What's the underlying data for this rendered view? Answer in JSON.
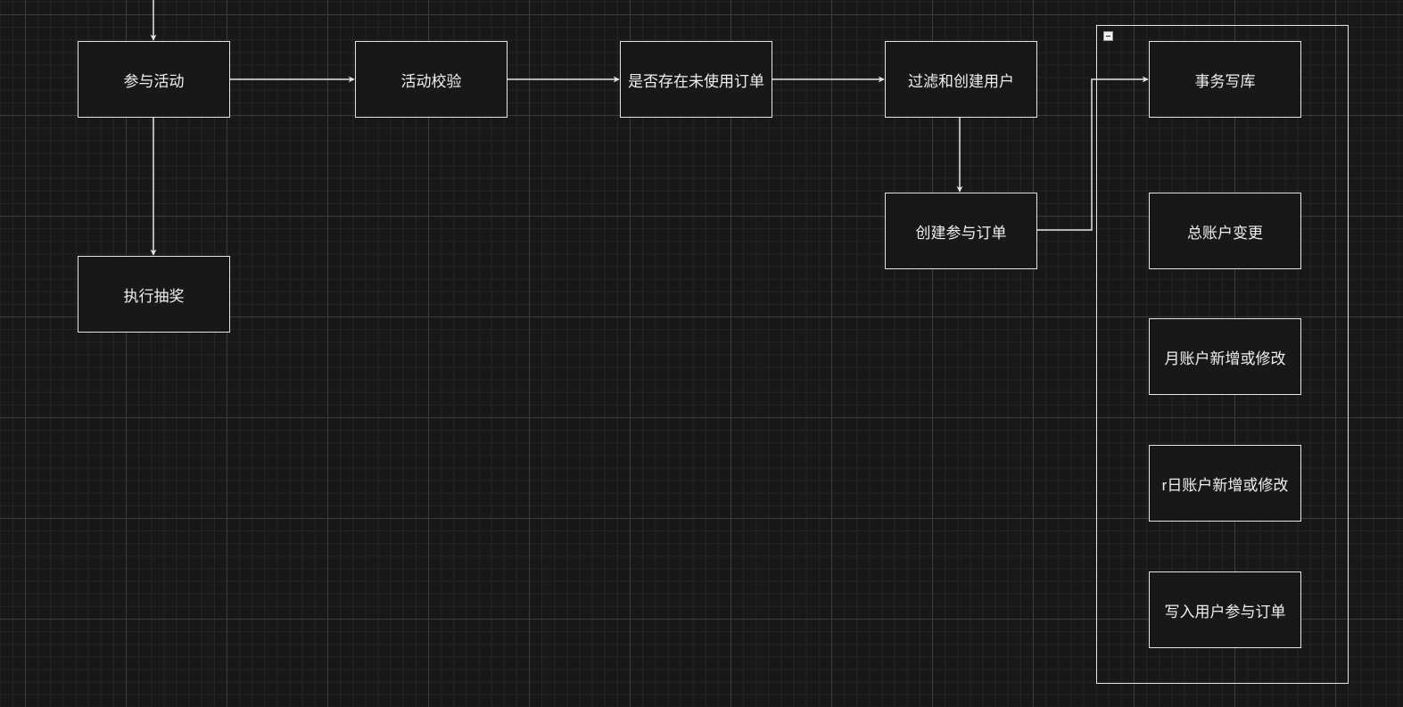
{
  "colors": {
    "background": "#181818",
    "grid_major": "#3c3c3c",
    "grid_minor": "#262626",
    "stroke": "#e6e6e6",
    "text": "#f0f0f0"
  },
  "nodes": {
    "join_activity": "参与活动",
    "activity_check": "活动校验",
    "unused_order_check": "是否存在未使用订单",
    "filter_create_user": "过滤和创建用户",
    "create_join_order": "创建参与订单",
    "draw_lottery": "执行抽奖"
  },
  "transaction_group": {
    "collapse_icon": "minus-square-icon",
    "items": [
      "事务写库",
      "总账户变更",
      "月账户新增或修改",
      "r日账户新增或修改",
      "写入用户参与订单"
    ]
  }
}
